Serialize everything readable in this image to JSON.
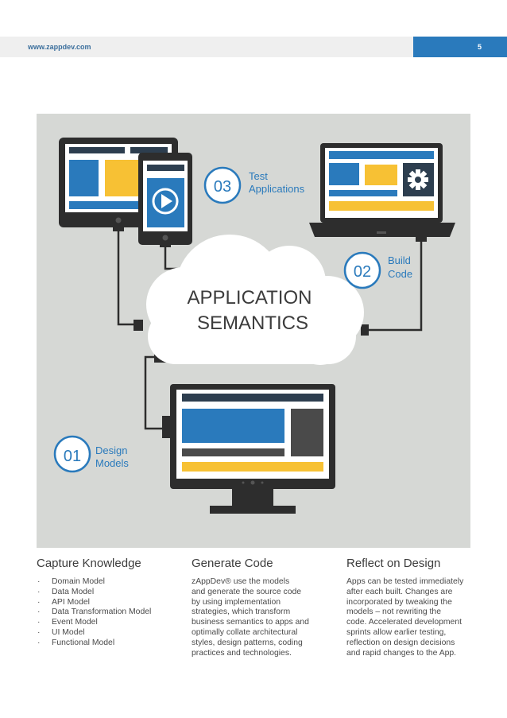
{
  "header": {
    "url": "www.zappdev.com",
    "page_number": "5"
  },
  "diagram": {
    "center_title_line1": "APPLICATION",
    "center_title_line2": "SEMANTICS",
    "steps": [
      {
        "number": "01",
        "line1": "Design",
        "line2": "Models"
      },
      {
        "number": "02",
        "line1": "Build",
        "line2": "Code"
      },
      {
        "number": "03",
        "line1": "Test",
        "line2": "Applications"
      }
    ],
    "colors": {
      "accent_blue": "#2a7abc",
      "accent_yellow": "#f7c134",
      "device_dark": "#2d2d2d",
      "background": "#d6d8d5"
    }
  },
  "columns": {
    "capture": {
      "title": "Capture Knowledge",
      "items": [
        "Domain Model",
        "Data Model",
        "API Model",
        "Data Transformation Model",
        "Event Model",
        "UI Model",
        "Functional Model"
      ]
    },
    "generate": {
      "title": "Generate Code",
      "lines": [
        "zAppDev® use the models",
        "and generate the source code",
        "by using implementation",
        "strategies, which transform",
        "business semantics to apps and",
        "optimally collate architectural",
        "styles, design patterns, coding",
        "practices and technologies."
      ]
    },
    "reflect": {
      "title": "Reflect on Design",
      "lines": [
        "Apps can be tested immediately",
        "after each built. Changes are",
        "incorporated by tweaking the",
        "models – not rewriting the",
        "code. Accelerated development",
        "sprints allow earlier testing,",
        "reflection on design decisions",
        "and rapid changes to the App."
      ]
    }
  }
}
